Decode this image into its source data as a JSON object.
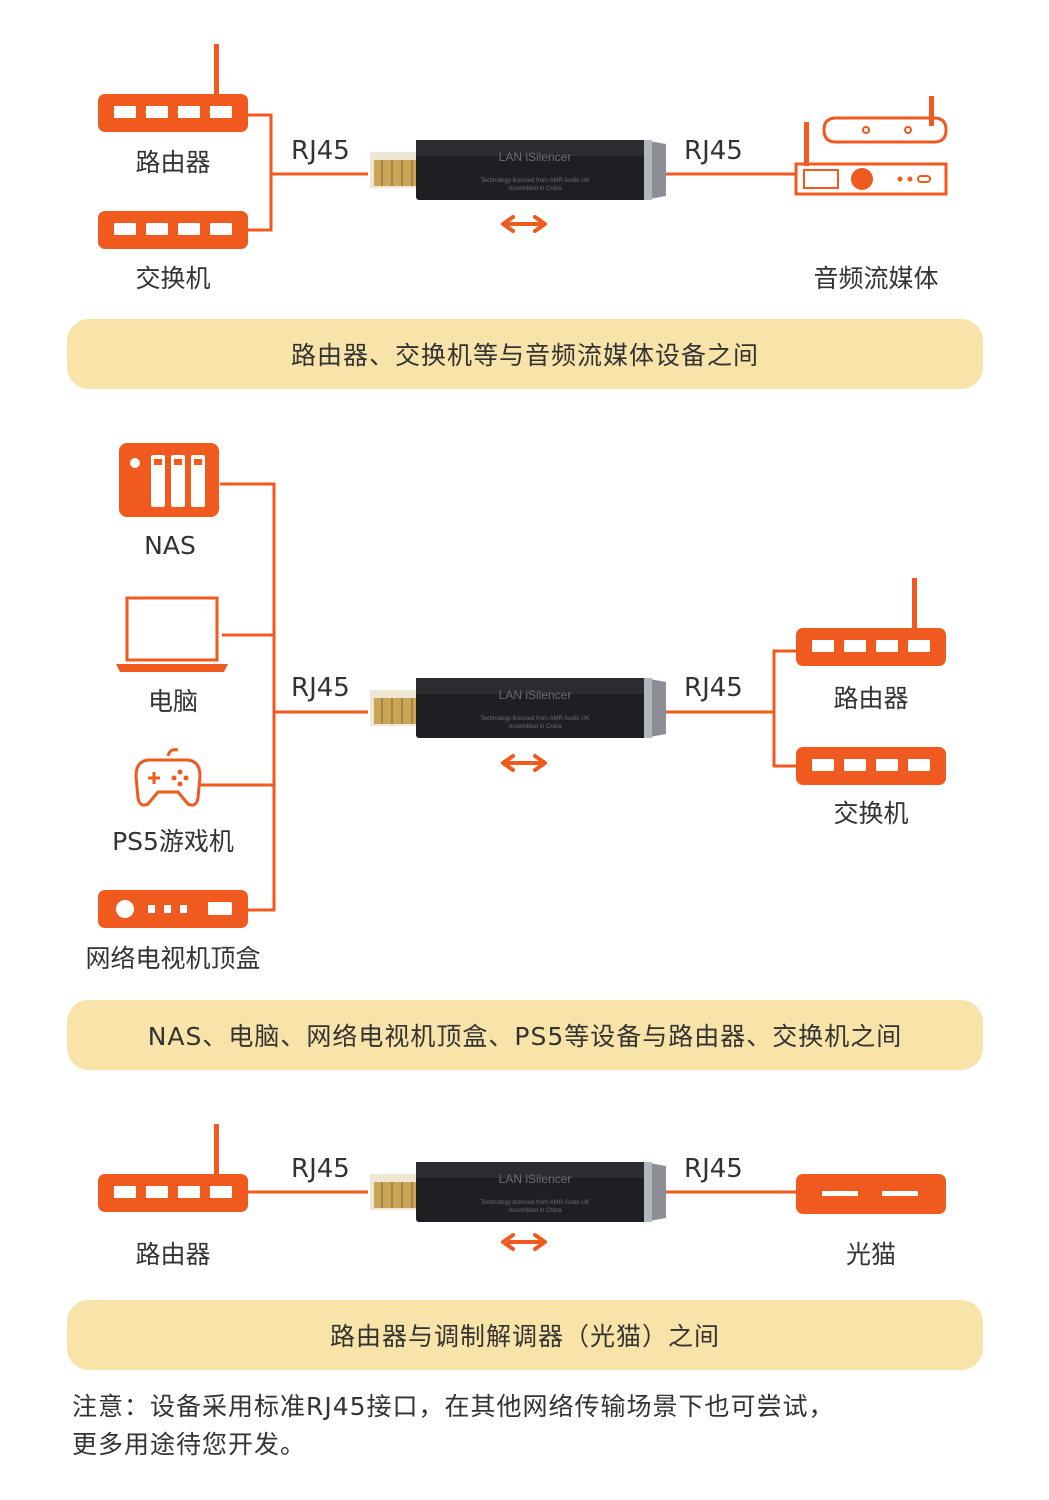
{
  "colors": {
    "accent": "#f05a1e",
    "banner": "#f8e3a8",
    "device_body": "#1e1f22",
    "connector": "#c9a55a"
  },
  "icons": {
    "router": "router-icon",
    "switch": "switch-icon",
    "streamer": "audio-streamer-icon",
    "nas": "nas-icon",
    "laptop": "laptop-icon",
    "gamepad": "gamepad-icon",
    "settop": "settop-box-icon",
    "modem": "optical-modem-icon",
    "arrow": "double-arrow-icon"
  },
  "device": {
    "brand": "LAN iSilencer",
    "fine_print": "Technology licensed from AMR Audio UK",
    "origin": "Assembled in China"
  },
  "section1": {
    "port_left": "RJ45",
    "port_right": "RJ45",
    "left_devices": [
      "路由器",
      "交换机"
    ],
    "right_device": "音频流媒体",
    "caption": "路由器、交换机等与音频流媒体设备之间"
  },
  "section2": {
    "port_left": "RJ45",
    "port_right": "RJ45",
    "left_devices": [
      "NAS",
      "电脑",
      "PS5游戏机",
      "网络电视机顶盒"
    ],
    "right_devices": [
      "路由器",
      "交换机"
    ],
    "caption": "NAS、电脑、网络电视机顶盒、PS5等设备与路由器、交换机之间"
  },
  "section3": {
    "port_left": "RJ45",
    "port_right": "RJ45",
    "left_device": "路由器",
    "right_device": "光猫",
    "caption": "路由器与调制解调器（光猫）之间"
  },
  "note": {
    "line1": "注意：设备采用标准RJ45接口，在其他网络传输场景下也可尝试，",
    "line2": "更多用途待您开发。"
  }
}
